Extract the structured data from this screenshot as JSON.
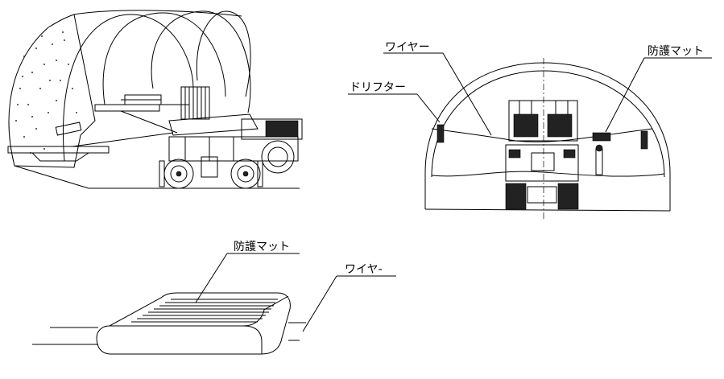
{
  "labels": {
    "wire_front": "ワイヤー",
    "mat_front": "防護マット",
    "drifter_front": "ドリフター",
    "mat_detail": "防護マット",
    "wire_detail": "ワイヤ-"
  },
  "colors": {
    "line": "#000000",
    "background": "#ffffff"
  }
}
